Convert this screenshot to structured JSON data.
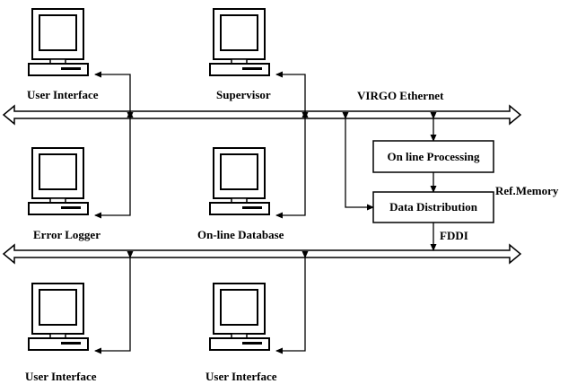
{
  "networks": {
    "ethernet_label": "VIRGO Ethernet",
    "fddi_label": "FDDI"
  },
  "boxes": {
    "online_processing": "On line Processing",
    "data_distribution": "Data Distribution",
    "ref_memory": "Ref.Memory"
  },
  "workstations": {
    "ui_top": "User Interface",
    "supervisor": "Supervisor",
    "error_logger": "Error Logger",
    "online_database": "On-line Database",
    "ui_bottom_left": "User Interface",
    "ui_bottom_right": "User Interface"
  }
}
